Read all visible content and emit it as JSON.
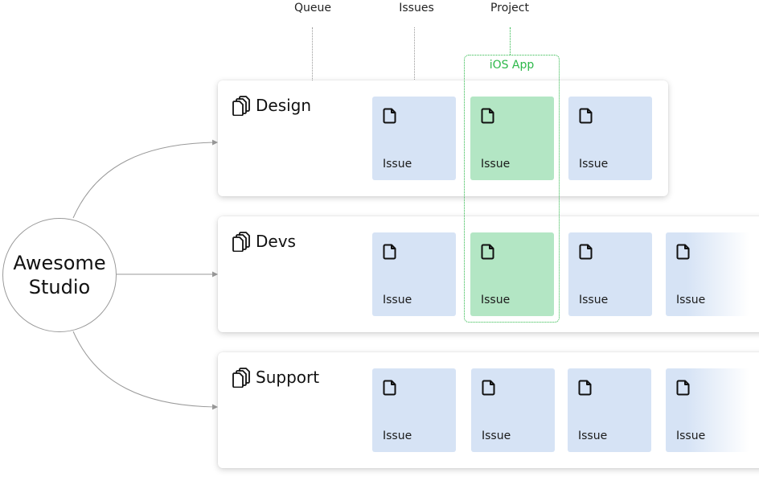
{
  "header": {
    "queue_label": "Queue",
    "issues_label": "Issues",
    "project_label": "Project"
  },
  "organization": {
    "name": "Awesome Studio"
  },
  "project": {
    "name": "iOS App",
    "color": "#2db84a"
  },
  "colors": {
    "issue": "#d6e3f5",
    "project_issue": "#b3e6c4",
    "connector": "#9a9a9a"
  },
  "icons": {
    "queue": "stacked-documents-icon",
    "issue": "document-icon"
  },
  "queues": [
    {
      "name": "Design",
      "issues": [
        {
          "label": "Issue",
          "in_project": false
        },
        {
          "label": "Issue",
          "in_project": true
        },
        {
          "label": "Issue",
          "in_project": false
        }
      ]
    },
    {
      "name": "Devs",
      "issues": [
        {
          "label": "Issue",
          "in_project": false
        },
        {
          "label": "Issue",
          "in_project": true
        },
        {
          "label": "Issue",
          "in_project": false
        },
        {
          "label": "Issue",
          "in_project": false
        }
      ]
    },
    {
      "name": "Support",
      "issues": [
        {
          "label": "Issue",
          "in_project": false
        },
        {
          "label": "Issue",
          "in_project": false
        },
        {
          "label": "Issue",
          "in_project": false
        },
        {
          "label": "Issue",
          "in_project": false
        }
      ]
    }
  ]
}
